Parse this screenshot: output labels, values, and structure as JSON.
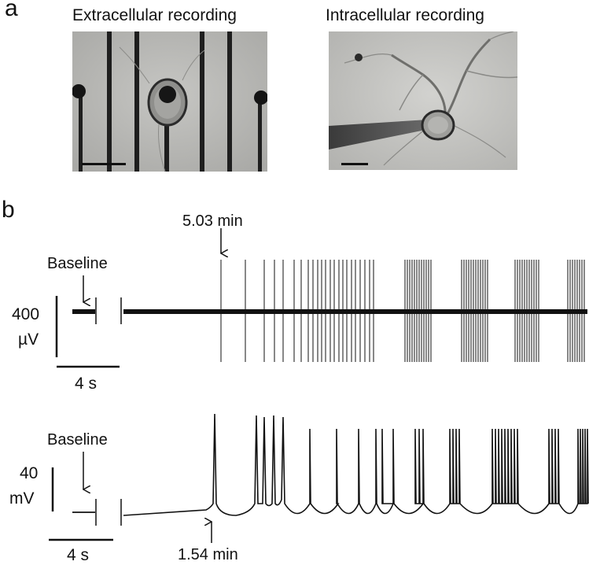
{
  "panel_a": {
    "letter": "a",
    "left_title": "Extracellular recording",
    "right_title": "Intracellular recording"
  },
  "panel_b": {
    "letter": "b",
    "extracellular": {
      "baseline_label": "Baseline",
      "event_label": "5.03 min",
      "scale_y_value": "400",
      "scale_y_unit": "µV",
      "scale_x": "4 s"
    },
    "intracellular": {
      "baseline_label": "Baseline",
      "event_label": "1.54 min",
      "scale_y_value": "40",
      "scale_y_unit": "mV",
      "scale_x": "4 s"
    }
  },
  "colors": {
    "photo_bg_left": "#b9b9b6",
    "photo_bg_right": "#c9c9c6",
    "trace": "#111111"
  }
}
